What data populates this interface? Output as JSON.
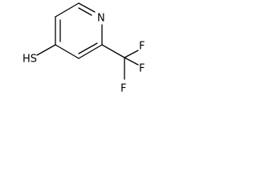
{
  "molecule": {
    "atoms": {
      "ring_nitrogen": "N",
      "thiol_group": "HS",
      "fluorine_top": "F",
      "fluorine_right": "F",
      "fluorine_bottom": "F"
    }
  }
}
